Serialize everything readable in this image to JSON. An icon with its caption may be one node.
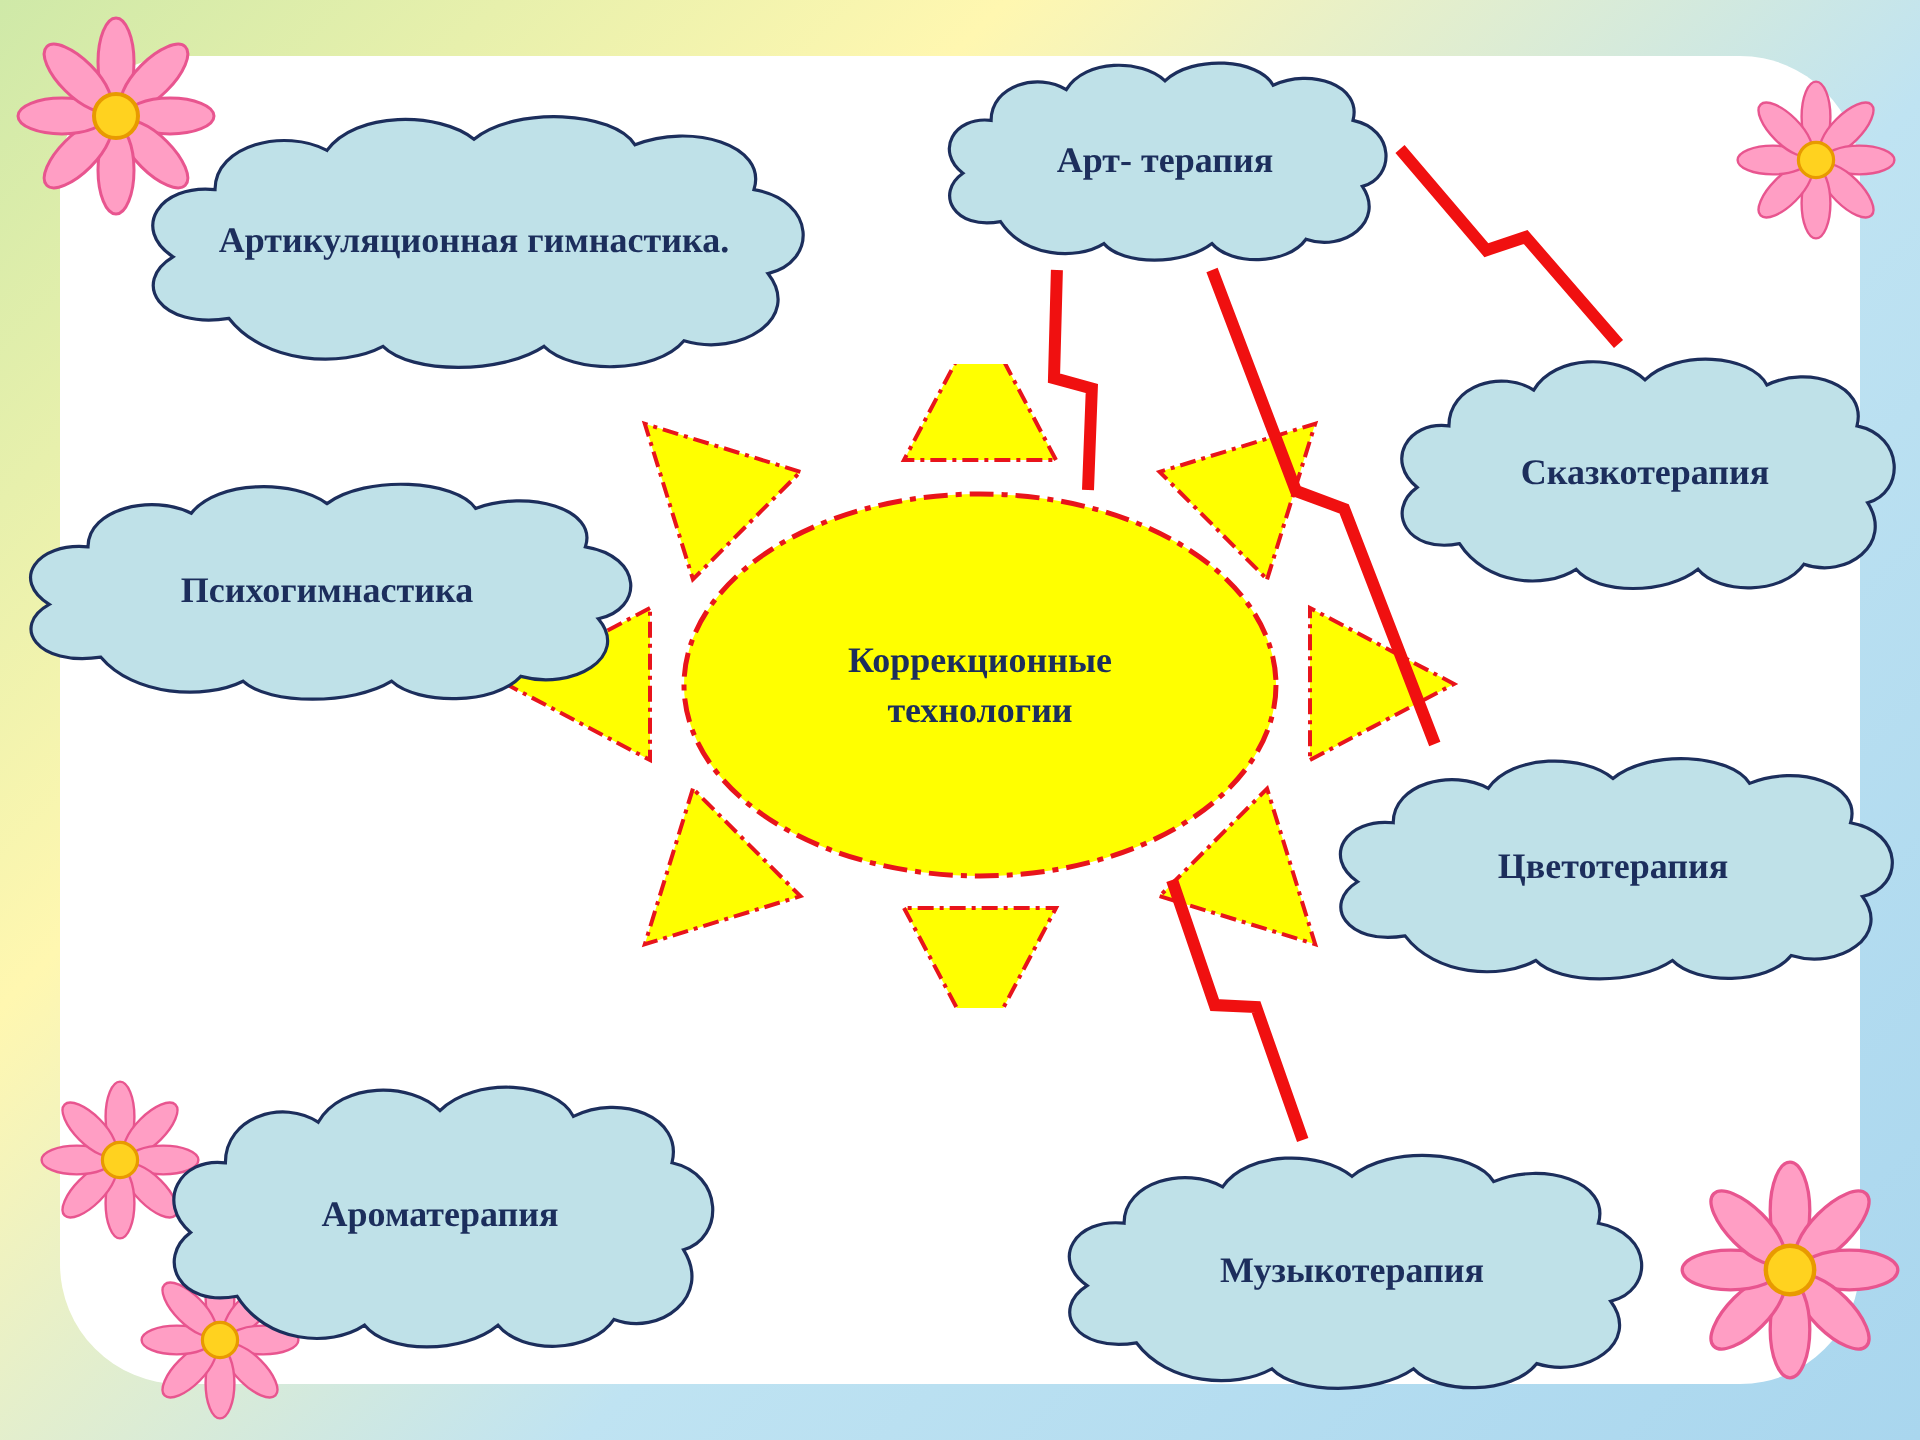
{
  "diagram": {
    "nodes": [
      {
        "text": [
          "Коррекционные технологии"
        ]
      },
      {
        "text": [
          "Артикуляционная гимнастика."
        ]
      },
      {
        "text": [
          "Арт- терапия"
        ]
      },
      {
        "text": [
          "Сказкотерапия"
        ]
      },
      {
        "text": [
          "Психогимнастика"
        ]
      },
      {
        "text": [
          "Цветотерапия"
        ]
      },
      {
        "text": [
          "Ароматерапия"
        ]
      },
      {
        "text": [
          "Музыкотерапия"
        ]
      }
    ],
    "edges": [
      {
        "from": 0,
        "to": 2,
        "arrow": "none"
      },
      {
        "from": 2,
        "to": 3,
        "arrow": "none"
      },
      {
        "from": 2,
        "to": 5,
        "arrow": "none"
      },
      {
        "from": 0,
        "to": 7,
        "arrow": "none"
      }
    ]
  }
}
